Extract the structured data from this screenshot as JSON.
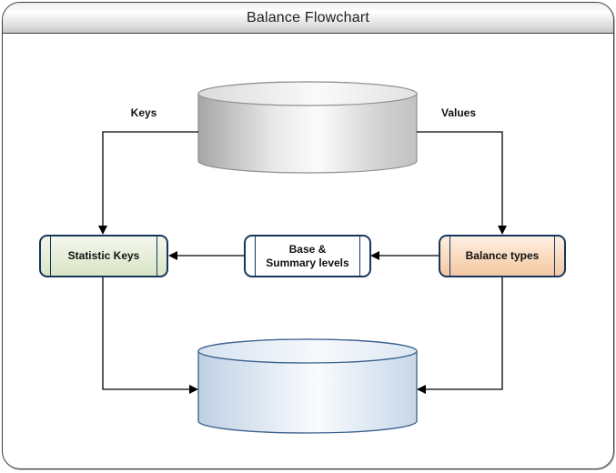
{
  "window": {
    "title": "Balance Flowchart"
  },
  "diagram": {
    "nodes": {
      "source_database": {
        "type": "cylinder",
        "label": ""
      },
      "statistic_keys": {
        "type": "process",
        "label": "Statistic Keys"
      },
      "base_summary_levels": {
        "type": "process",
        "label_line1": "Base &",
        "label_line2": "Summary levels"
      },
      "balance_types": {
        "type": "process",
        "label": "Balance types"
      },
      "target_database": {
        "type": "cylinder",
        "label": ""
      }
    },
    "edges": [
      {
        "from": "source-database",
        "to": "statistic-keys",
        "label": "Keys"
      },
      {
        "from": "source-database",
        "to": "balance-types",
        "label": "Values"
      },
      {
        "from": "balance-types",
        "to": "base-summary-levels",
        "label": ""
      },
      {
        "from": "base-summary-levels",
        "to": "statistic-keys",
        "label": ""
      },
      {
        "from": "statistic-keys",
        "to": "target-database",
        "label": ""
      },
      {
        "from": "balance-types",
        "to": "target-database",
        "label": ""
      }
    ],
    "colors": {
      "box_border": "#17365d",
      "statistic_keys_fill": "#e6eed8",
      "base_summary_fill": "#ffffff",
      "balance_types_fill": "#f8d7b8",
      "source_database_fill": "#d9d9d9",
      "source_database_stroke": "#909090",
      "target_database_fill": "#dce6f1",
      "target_database_stroke": "#3a618c",
      "connector": "#000000",
      "titlebar_gradient_end": "#c7c7c7",
      "frame_border": "#3f3f3f"
    }
  }
}
